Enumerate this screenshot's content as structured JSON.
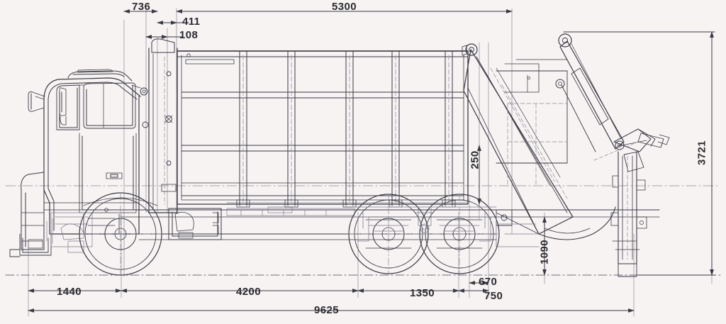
{
  "drawing": {
    "title": "Rear-loading refuse compactor truck — side elevation",
    "units": "mm",
    "line_color": "#3a3a44",
    "thin_line_color": "#70707c",
    "dim_line_color": "#4a4a52",
    "center_line_color": "#6a6a78",
    "background": "#f7f3f3",
    "label_color": "#2b2b30"
  },
  "dimensions": {
    "top": [
      {
        "id": "d736",
        "value": "736",
        "orientation": "horizontal"
      },
      {
        "id": "d411",
        "value": "411",
        "orientation": "horizontal"
      },
      {
        "id": "d108",
        "value": "108",
        "orientation": "horizontal"
      },
      {
        "id": "d5300",
        "value": "5300",
        "orientation": "horizontal"
      }
    ],
    "right": [
      {
        "id": "d3721",
        "value": "3721",
        "orientation": "vertical"
      }
    ],
    "interior": [
      {
        "id": "d250",
        "value": "250",
        "orientation": "vertical"
      },
      {
        "id": "d1090",
        "value": "1090",
        "orientation": "vertical"
      }
    ],
    "bottom": [
      {
        "id": "d1440",
        "value": "1440",
        "orientation": "horizontal"
      },
      {
        "id": "d4200",
        "value": "4200",
        "orientation": "horizontal"
      },
      {
        "id": "d1350",
        "value": "1350",
        "orientation": "horizontal"
      },
      {
        "id": "d670",
        "value": "670",
        "orientation": "horizontal"
      },
      {
        "id": "d750",
        "value": "750",
        "orientation": "horizontal"
      },
      {
        "id": "d9625",
        "value": "9625",
        "orientation": "horizontal"
      }
    ]
  },
  "components": {
    "cab": "driver-cab",
    "mirror": "side-mirror",
    "windshield": "windshield",
    "side_window": "side-window",
    "door": "cab-door",
    "front_wheel": "front-wheel",
    "rear_wheel_1": "rear-wheel-front-axle",
    "rear_wheel_2": "rear-wheel-rear-axle",
    "body": "compactor-body",
    "tailgate": "tailgate-assembly",
    "lift_arm": "hydraulic-lift-arm",
    "bin_lifter": "bin-lifter-mechanism",
    "chassis": "chassis-frame",
    "fuel_tank": "fuel-tank",
    "ground_line": "ground-line"
  }
}
